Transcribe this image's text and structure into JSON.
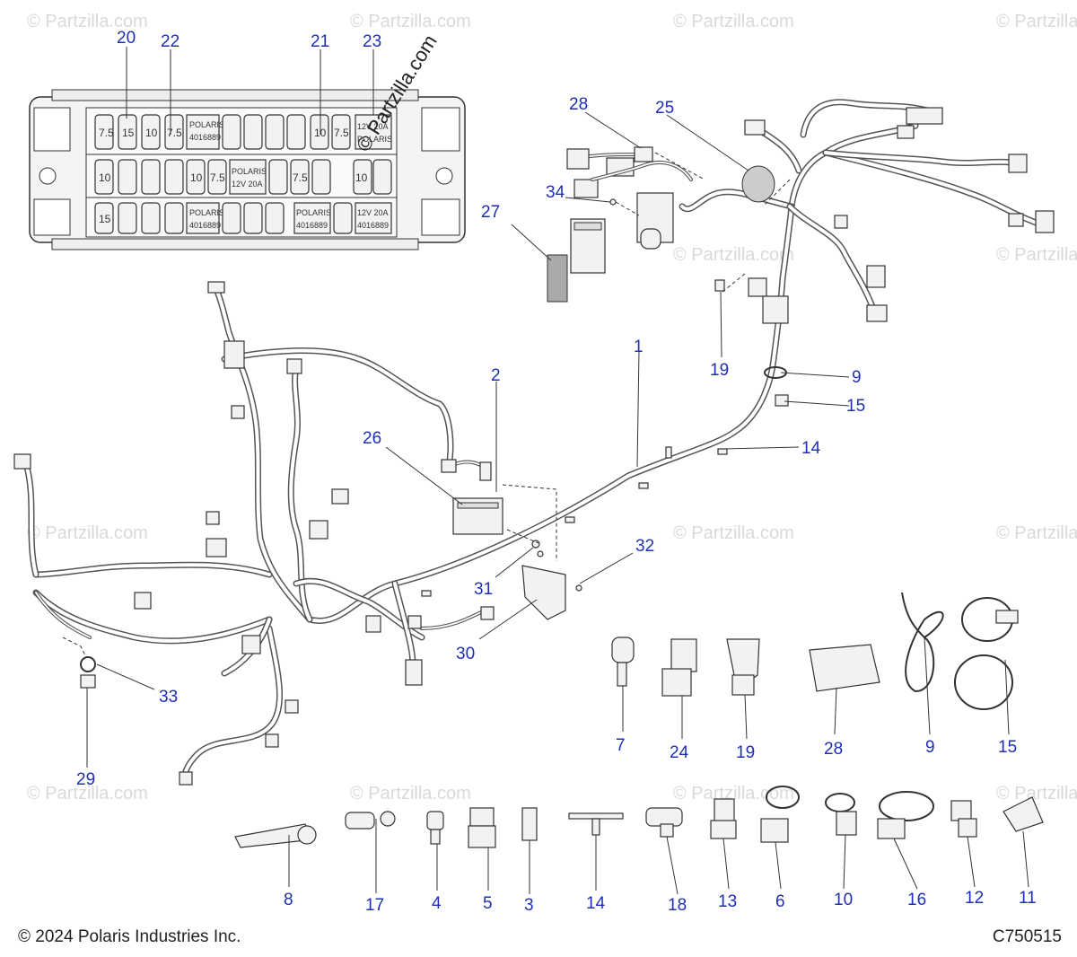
{
  "watermark": {
    "main": "© Partzilla.com",
    "tile": "© Partzilla.com"
  },
  "fuse_box": {
    "fuse_values": [
      "7.5",
      "15",
      "10",
      "7.5",
      "10",
      "7.5",
      "10",
      "10",
      "7.5",
      "7.5",
      "10",
      "15"
    ],
    "relay_brand": "POLARIS",
    "relay_part": "4016889",
    "relay_rating": "12V 20A"
  },
  "callouts": {
    "c1": "1",
    "c2": "2",
    "c3": "3",
    "c4": "4",
    "c5": "5",
    "c6": "6",
    "c7": "7",
    "c8": "8",
    "c9a": "9",
    "c9b": "9",
    "c10": "10",
    "c11": "11",
    "c12": "12",
    "c13": "13",
    "c14a": "14",
    "c14b": "14",
    "c15a": "15",
    "c15b": "15",
    "c16": "16",
    "c17": "17",
    "c18": "18",
    "c19a": "19",
    "c19b": "19",
    "c20": "20",
    "c21": "21",
    "c22": "22",
    "c23": "23",
    "c24": "24",
    "c25": "25",
    "c26": "26",
    "c27": "27",
    "c28a": "28",
    "c28b": "28",
    "c29": "29",
    "c30": "30",
    "c31": "31",
    "c32": "32",
    "c33": "33",
    "c34": "34"
  },
  "footer": {
    "copyright": "© 2024 Polaris Industries Inc.",
    "code": "C750515"
  },
  "colors": {
    "callout": "#1f2fb5",
    "linework": "#333333",
    "watermark": "#d9d9d9"
  }
}
